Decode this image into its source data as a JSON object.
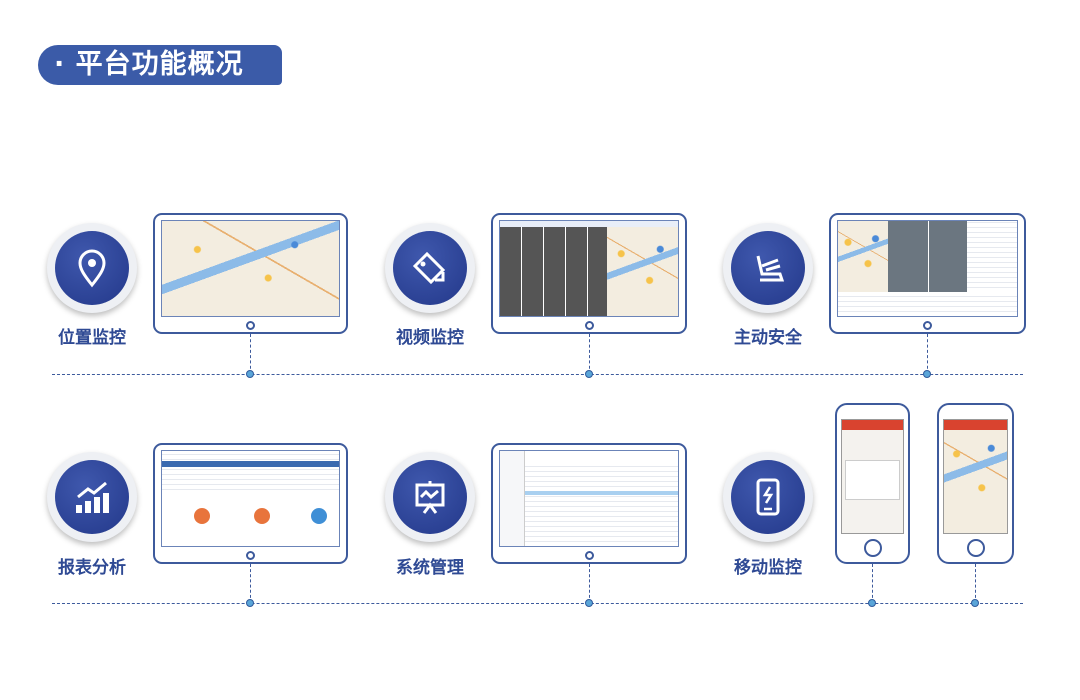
{
  "header": {
    "title": "· 平台功能概况"
  },
  "features": [
    {
      "label": "位置监控",
      "icon": "location-pin-icon"
    },
    {
      "label": "视频监控",
      "icon": "video-camera-icon"
    },
    {
      "label": "主动安全",
      "icon": "driver-seat-icon"
    },
    {
      "label": "报表分析",
      "icon": "bar-chart-icon"
    },
    {
      "label": "系统管理",
      "icon": "presentation-board-icon"
    },
    {
      "label": "移动监控",
      "icon": "mobile-phone-icon"
    }
  ],
  "colors": {
    "primary": "#3b5ba8",
    "circle": "#23388a",
    "dot": "#5aa5d8",
    "phone_header": "#d9432f"
  }
}
